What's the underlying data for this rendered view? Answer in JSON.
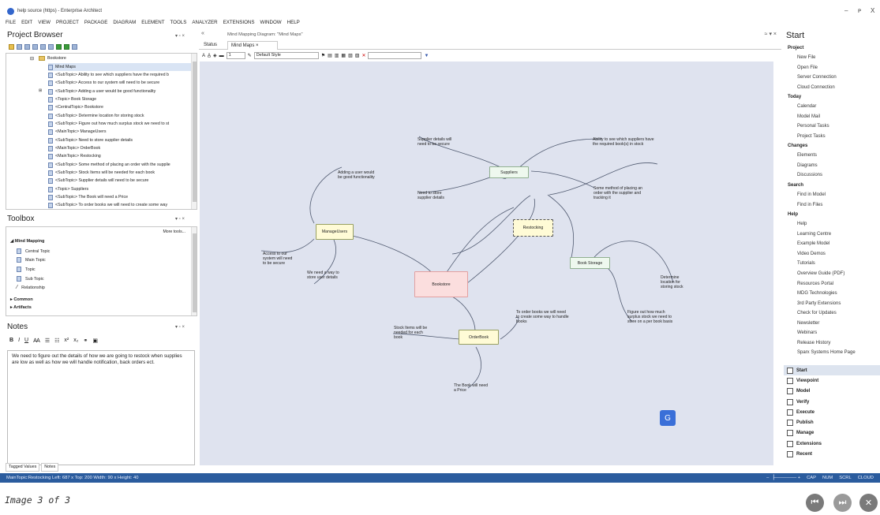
{
  "window": {
    "title": "help source (https) - Enterprise Architect",
    "minimize": "–",
    "restore": "ᴩ",
    "close": "X"
  },
  "menu": [
    "FILE",
    "EDIT",
    "VIEW",
    "PROJECT",
    "PACKAGE",
    "DIAGRAM",
    "ELEMENT",
    "TOOLS",
    "ANALYZER",
    "EXTENSIONS",
    "WINDOW",
    "HELP"
  ],
  "project_browser": {
    "title": "Project Browser",
    "root": "Bookstore",
    "items": [
      "Mind Maps",
      "<SubTopic> Ability to see which suppliers have the required b",
      "<SubTopic> Access to our system will need to be secure",
      "<SubTopic> Adding a user would be good functionality",
      "<Topic> Book Storage",
      "<CentralTopic> Bookstore",
      "<SubTopic> Determine location for storing stock",
      "<SubTopic> Figure out how much surplus stock we need to st",
      "<MainTopic> ManageUsers",
      "<SubTopic> Need to store supplier details",
      "<MainTopic> OrderBook",
      "<MainTopic> Restocking",
      "<SubTopic> Some method of placing an order with the supplie",
      "<SubTopic> Stock Items will be needed for each book",
      "<SubTopic> Supplier details will need to be secure",
      "<Topic> Suppliers",
      "<SubTopic> The Book will need a Price",
      "<SubTopic> To order books we will need to create some way"
    ]
  },
  "toolbox": {
    "title": "Toolbox",
    "more_tools": "More tools...",
    "section": "Mind Mapping",
    "items": [
      "Central Topic",
      "Main Topic",
      "Topic",
      "Sub Topic",
      "Relationship"
    ],
    "collapsed": [
      "Common",
      "Artifacts"
    ]
  },
  "notes": {
    "title": "Notes",
    "text": "We need to figure out the details of how we are going to restock when supplies are low as well as how we will handle notification, back orders ect."
  },
  "bottom_tabs": [
    "Tagged Values",
    "Notes"
  ],
  "diagram": {
    "header": "Mind Mapping Diagram: \"Mind Maps\"",
    "tabs": [
      "Status",
      "Mind Maps"
    ],
    "style_combo": "Default Style",
    "zoom": "1",
    "nodes": {
      "bookstore": "Bookstore",
      "manageusers": "ManageUsers",
      "orderbook": "OrderBook",
      "restocking": "Restocking",
      "suppliers": "Suppliers",
      "bookstorage": "Book Storage"
    },
    "texts": {
      "t1": "Supplier details will need to be secure",
      "t2": "Ability to see which suppliers have the required book(s) in stock",
      "t3": "Adding a user would be good functionality",
      "t4": "Need to store supplier details",
      "t5": "Some method of placing an order with the supplier and tracking it",
      "t6": "Access to our system will need to be secure",
      "t7": "We need a way to store user details",
      "t8": "Determine location for storing stock",
      "t9": "To order books we will need to create some way to handle books",
      "t10": "Figure out how much surplus stock we need to store on a per book basis",
      "t11": "Stock Items will be needed for each book",
      "t12": "The Book will need a Price"
    }
  },
  "start_page": {
    "title": "Start",
    "groups": [
      {
        "label": "Project",
        "items": [
          "New File",
          "Open File",
          "Server Connection",
          "Cloud Connection"
        ]
      },
      {
        "label": "Today",
        "items": [
          "Calendar",
          "Model Mail",
          "Personal Tasks",
          "Project Tasks"
        ]
      },
      {
        "label": "Changes",
        "items": [
          "Elements",
          "Diagrams",
          "Discussions"
        ]
      },
      {
        "label": "Search",
        "items": [
          "Find in Model",
          "Find in Files"
        ]
      },
      {
        "label": "Help",
        "items": [
          "Help",
          "Learning Centre",
          "Example Model",
          "Video Demos",
          "Tutorials",
          "Overview Guide (PDF)",
          "Resources Portal",
          "MDG Technologies",
          "3rd Party Extensions",
          "Check for Updates",
          "Newsletter",
          "Webinars",
          "Release History",
          "Sparx Systems Home Page"
        ]
      }
    ],
    "nav": [
      "Start",
      "Viewpoint",
      "Model",
      "Verify",
      "Execute",
      "Publish",
      "Manage",
      "Extensions",
      "Recent"
    ]
  },
  "statusbar": {
    "left": "MainTopic:Restocking  Left:  687 x Top:  200  Width:  90 x Height:  40",
    "right": [
      "CAP",
      "NUM",
      "SCRL",
      "CLOUD"
    ]
  },
  "footer": {
    "caption": "Image 3 of 3"
  },
  "colors": {
    "statusbar": "#2b5c9e",
    "canvas": "#dfe3ef",
    "bookstore": "#fbdede",
    "topic_yellow": "#fffbd6",
    "topic_green": "#eef8ee"
  }
}
